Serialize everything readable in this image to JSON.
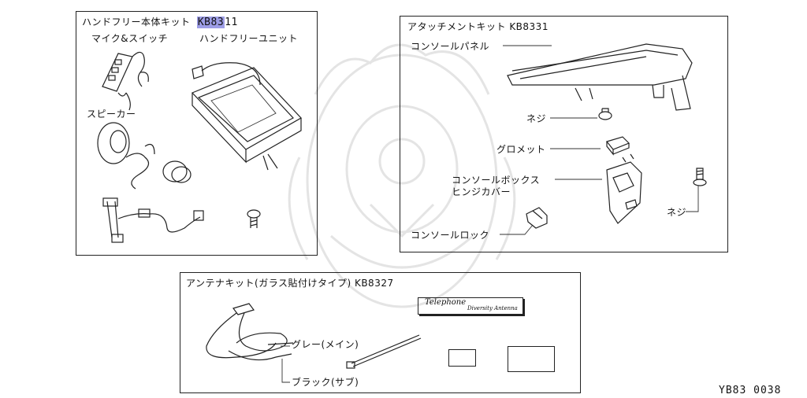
{
  "panel_handsfree": {
    "title": "ハンドフリー本体キット",
    "code_highlight": "KB83",
    "code_rest": "11",
    "mic_switch": "マイク&スイッチ",
    "handsfree_unit": "ハンドフリーユニット",
    "speaker": "スピーカー"
  },
  "panel_attachment": {
    "title": "アタッチメントキット KB8331",
    "console_panel": "コンソールパネル",
    "screw": "ネジ",
    "grommet": "グロメット",
    "hinge_cover_line1": "コンソールボックス",
    "hinge_cover_line2": "ヒンジカバー",
    "screw_right": "ネジ",
    "console_lock": "コンソールロック"
  },
  "panel_antenna": {
    "title": "アンテナキット(ガラス貼付けタイプ) KB8327",
    "decal_line1": "Telephone",
    "decal_line2": "Diversity Antenna",
    "gray_main": "グレー(メイン)",
    "black_sub": "ブラック(サブ)"
  },
  "figure_id": "YB83 0038",
  "colors": {
    "highlight": "#9d9de6",
    "line": "#222222",
    "watermark": "#e4e4e4"
  }
}
